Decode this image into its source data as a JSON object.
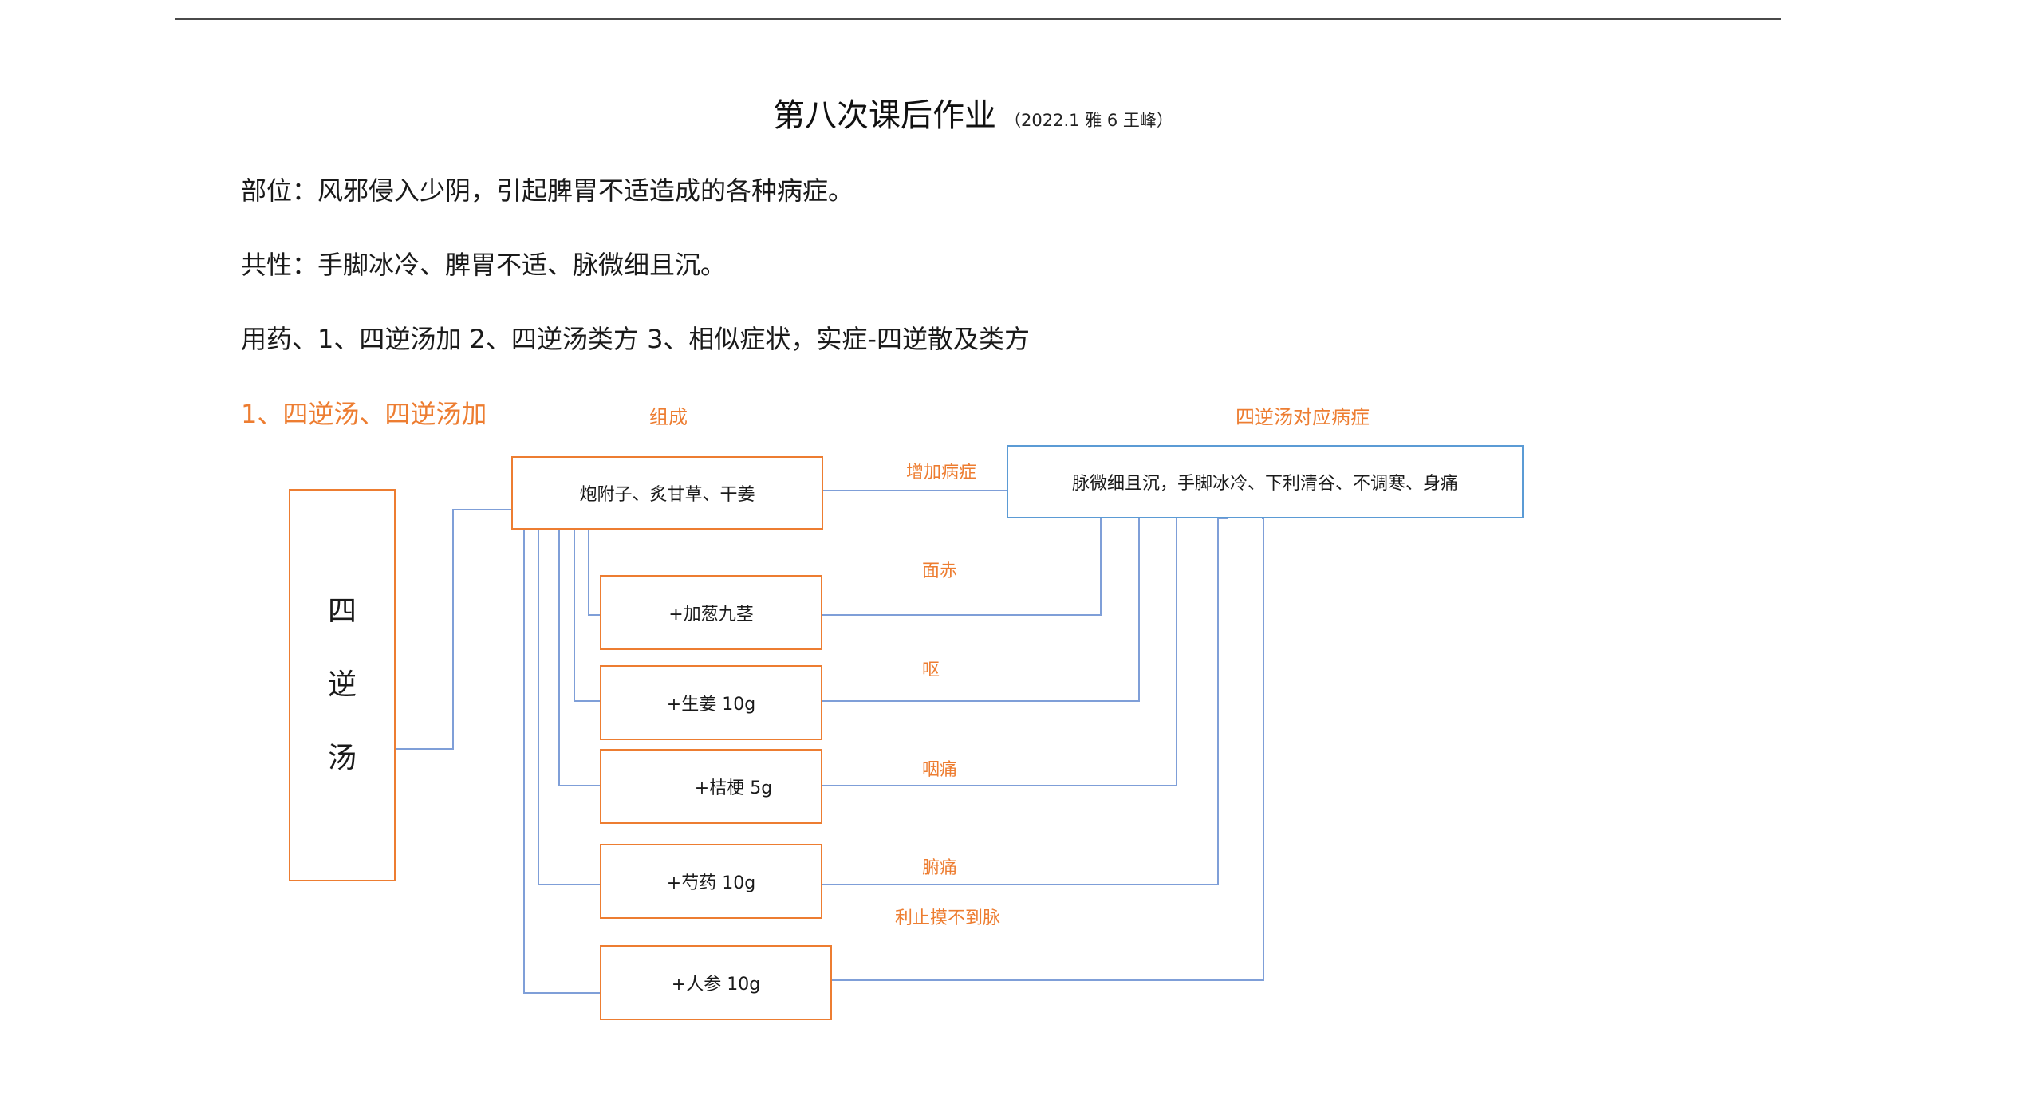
{
  "document": {
    "title": "第八次课后作业",
    "title_note": "（2022.1 雅 6  王峰）",
    "lines": [
      "部位：风邪侵入少阴，引起脾胃不适造成的各种病症。",
      "共性：手脚冰冷、脾胃不适、脉微细且沉。",
      "用药、1、四逆汤加  2、四逆汤类方 3、相似症状，实症-四逆散及类方"
    ],
    "section_heading": "1、四逆汤、四逆汤加"
  },
  "diagram": {
    "column_labels": {
      "composition": "组成",
      "symptoms": "四逆汤对应病症"
    },
    "root": {
      "chars": [
        "四",
        "逆",
        "汤"
      ]
    },
    "base_formula": "炮附子、炙甘草、干姜",
    "base_symptoms": "脉微细且沉，手脚冰冷、下利清谷、不调寒、身痛",
    "base_edge_label": "增加病症",
    "additions": [
      {
        "label": "+加葱九茎",
        "symptom": "面赤"
      },
      {
        "label": "+生姜 10g",
        "symptom": "呕"
      },
      {
        "label": "+桔梗 5g",
        "symptom": "咽痛"
      },
      {
        "label": "+芍药 10g",
        "symptom": "腑痛"
      },
      {
        "label": "+人参 10g",
        "symptom": "利止摸不到脉"
      }
    ],
    "colors": {
      "orange": "#ed7d31",
      "blue": "#5b9bd5",
      "connector": "#7f9fd8"
    }
  }
}
